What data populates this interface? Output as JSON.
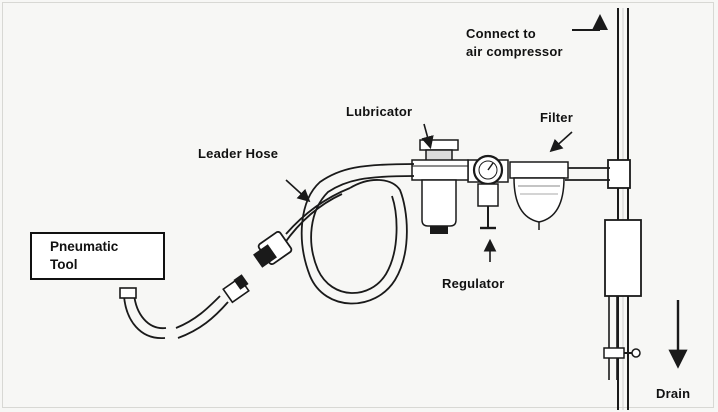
{
  "labels": {
    "pneumatic_tool_line1": "Pneumatic",
    "pneumatic_tool_line2": "Tool",
    "leader_hose": "Leader Hose",
    "lubricator": "Lubricator",
    "filter": "Filter",
    "regulator": "Regulator",
    "connect_line1": "Connect to",
    "connect_line2": "air compressor",
    "drain": "Drain"
  },
  "colors": {
    "line": "#1a1a1a",
    "background": "#f7f7f5"
  }
}
